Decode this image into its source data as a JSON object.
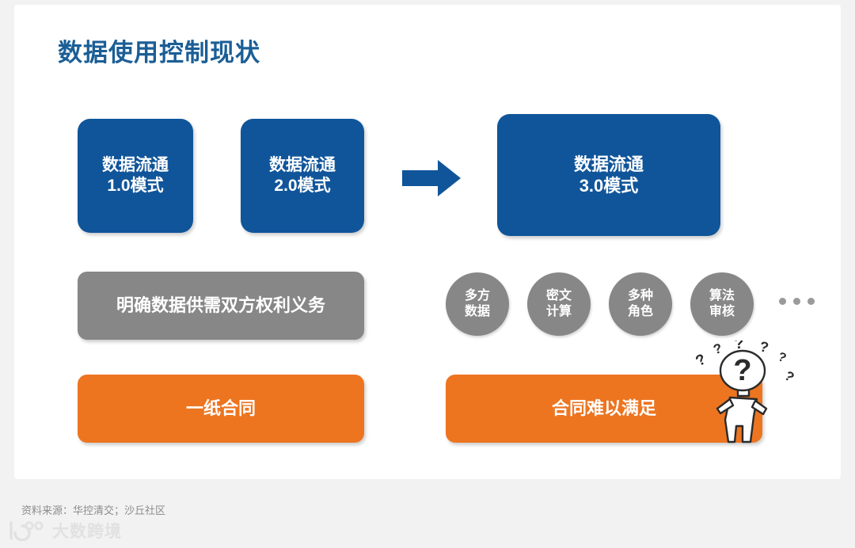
{
  "slide": {
    "title": "数据使用控制现状",
    "accent_blue": "#10559a",
    "accent_orange": "#ed7520",
    "accent_gray": "#878787",
    "title_color": "#1b5e96",
    "background": "#ffffff",
    "canvas_background": "#f2f2f2"
  },
  "row_modes": {
    "mode1": {
      "line1": "数据流通",
      "line2": "1.0模式"
    },
    "mode2": {
      "line1": "数据流通",
      "line2": "2.0模式"
    },
    "mode3": {
      "line1": "数据流通",
      "line2": "3.0模式"
    },
    "arrow": "arrow-right-icon"
  },
  "row_middle": {
    "left_label": "明确数据供需双方权利义务",
    "circles": [
      {
        "line1": "多方",
        "line2": "数据"
      },
      {
        "line1": "密文",
        "line2": "计算"
      },
      {
        "line1": "多种",
        "line2": "角色"
      },
      {
        "line1": "算法",
        "line2": "审核"
      }
    ],
    "ellipsis": "…"
  },
  "row_bottom": {
    "left_label": "一纸合同",
    "right_label": "合同难以满足",
    "figure": "confused-person-icon"
  },
  "footer": {
    "source": "资料来源：华控清交；沙丘社区",
    "watermark_text": "大数跨境",
    "watermark_mark": "dashukuajing-logo-icon"
  }
}
